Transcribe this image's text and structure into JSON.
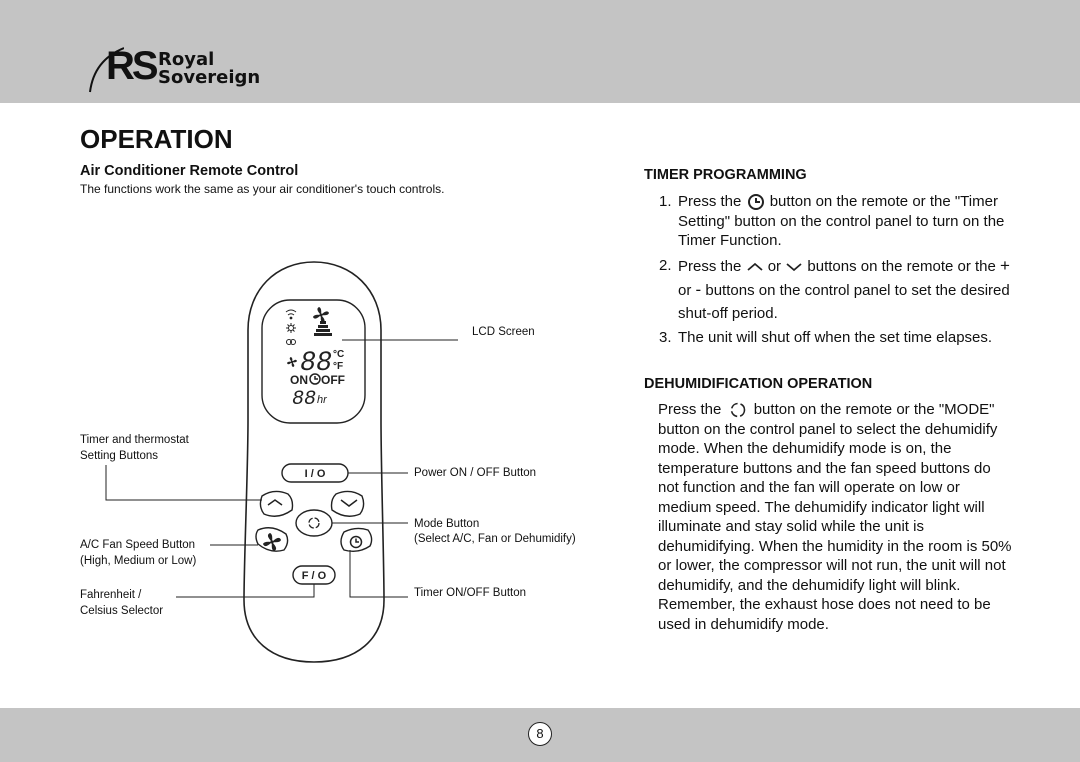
{
  "brand": {
    "initials": "RS",
    "name_line1": "Royal",
    "name_line2": "Sovereign"
  },
  "page_title": "OPERATION",
  "remote_section": {
    "title": "Air Conditioner Remote  Control",
    "description": "The functions work the same as your air conditioner's touch controls.",
    "labels": {
      "lcd_screen": "LCD Screen",
      "timer_thermostat_1": "Timer and thermostat",
      "timer_thermostat_2": "Setting Buttons",
      "power": "Power ON / OFF Button",
      "mode_1": "Mode Button",
      "mode_2": "(Select A/C, Fan or Dehumidify)",
      "fan_1": "A/C Fan Speed Button",
      "fan_2": "(High, Medium or Low)",
      "timer_onoff": "Timer ON/OFF Button",
      "fahrenheit_1": "Fahrenheit /",
      "fahrenheit_2": "Celsius Selector"
    },
    "remote": {
      "lcd_digits_temp": "88",
      "lcd_unit_c": "°C",
      "lcd_unit_f": "°F",
      "lcd_on": "ON",
      "lcd_off": "OFF",
      "lcd_digits_hours": "88",
      "lcd_hr": "hr",
      "power_button": "I / O",
      "fo_button": "F / O"
    }
  },
  "timer_section": {
    "title": "TIMER PROGRAMMING",
    "items": [
      {
        "num": "1.",
        "pre": "Press the",
        "post": "button on the remote or the \"Timer Setting\" button on the control panel to turn on the Timer Function."
      },
      {
        "num": "2.",
        "pre": "Press the",
        "mid": "or",
        "post1": "buttons on the remote or",
        "line2_pre": "the",
        "plus": "+",
        "line2_or": "or",
        "minus": "-",
        "line2_post": "buttons on the control panel to set the desired shut-off period."
      },
      {
        "num": "3.",
        "text": "The unit will shut off when the set time elapses."
      }
    ]
  },
  "dehumid_section": {
    "title": "DEHUMIDIFICATION OPERATION",
    "pre": "Press the",
    "post": "button on the remote or the \"MODE\" button on the control panel to select the dehumidify mode. When the dehumidify mode is on, the temperature buttons and the fan speed buttons do not function and the fan will operate on low or medium speed. The dehumidify indicator light will illuminate and stay solid while the unit is dehumidifying. When the humidity in the room is 50% or lower, the compressor will not run, the unit will not dehumidify, and the dehumidify light will blink. Remember, the exhaust hose does not need to be used in dehumidify mode."
  },
  "page_number": "8",
  "icons": [
    "clock-icon",
    "chevron-up-icon",
    "chevron-down-icon",
    "mode-cycle-icon",
    "fan-icon",
    "sun-icon",
    "wifi-icon"
  ]
}
